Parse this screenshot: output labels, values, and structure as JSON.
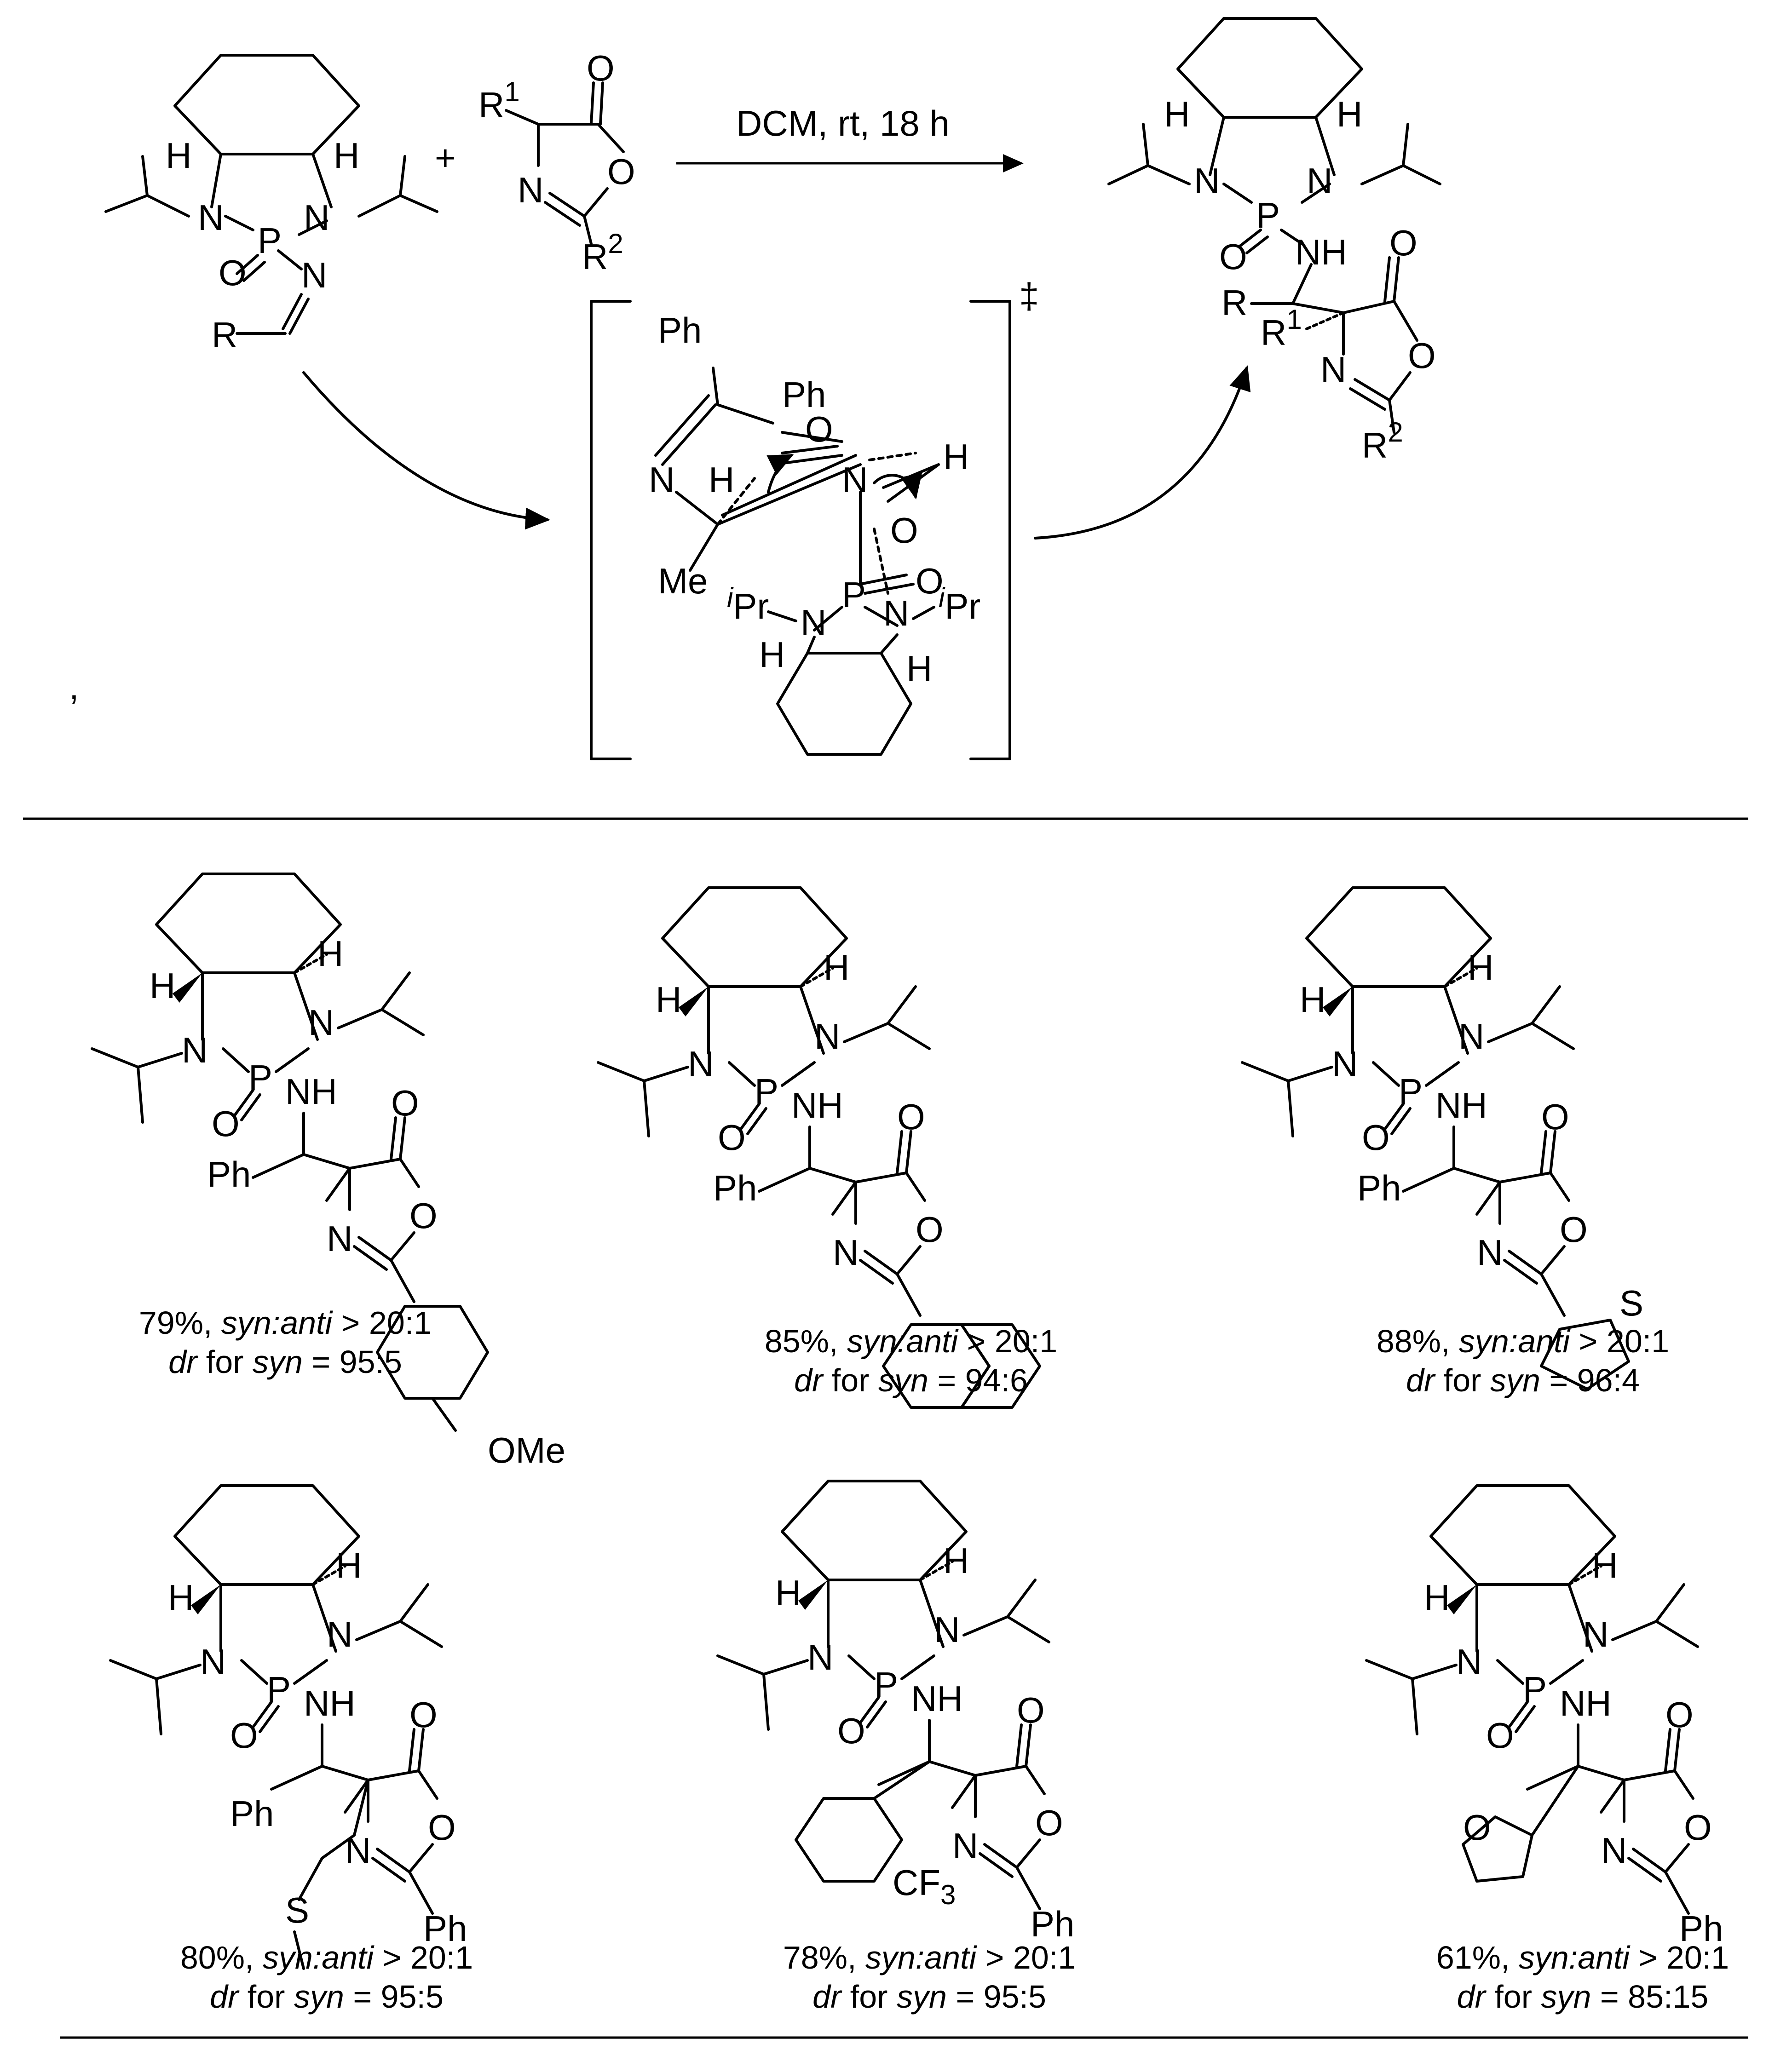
{
  "reaction": {
    "reagent_plus": "+",
    "conditions": "DCM, rt, 18 h",
    "stray_mark": ",",
    "ts_dagger": "‡",
    "ts_labels": {
      "ph1": "Ph",
      "ph2": "Ph",
      "o_top": "O",
      "n_left": "N",
      "h_left": "H",
      "n_mid": "N",
      "h_right": "H",
      "o_right": "O",
      "o_lower": "O",
      "p": "P",
      "me": "Me",
      "ipr_left": "Pr",
      "ipr_right": "Pr",
      "i": "i",
      "n_left2": "N",
      "n_right2": "N",
      "h_bottom_left": "H",
      "h_bottom_right": "H"
    },
    "start_labels": {
      "h_left": "H",
      "h_right": "H",
      "n1": "N",
      "n2": "N",
      "p": "P",
      "o": "O",
      "n_imine": "N",
      "r": "R"
    },
    "oxazolone_labels": {
      "r1": "R",
      "sup1": "1",
      "o_carbonyl": "O",
      "o_ring": "O",
      "n": "N",
      "r2": "R",
      "sup2": "2"
    },
    "product_labels": {
      "h_left": "H",
      "h_right": "H",
      "n1": "N",
      "n2": "N",
      "p": "P",
      "o": "O",
      "nh": "NH",
      "r": "R",
      "r1": "R",
      "sup1": "1",
      "o_carbonyl": "O",
      "o_ring": "O",
      "n": "N",
      "r2": "R",
      "sup2": "2"
    }
  },
  "examples": [
    {
      "yield": "79%, ",
      "syn_anti_label": "syn:anti",
      "ratio": " > 20:1",
      "dr_label": "dr",
      "for_text": " for ",
      "syn_label": "syn",
      "dr_value": " = 95:5",
      "substituent": "OMe"
    },
    {
      "yield": "85%, ",
      "syn_anti_label": "syn:anti",
      "ratio": " > 20:1",
      "dr_label": "dr",
      "for_text": " for ",
      "syn_label": "syn",
      "dr_value": " = 94:6"
    },
    {
      "yield": "88%, ",
      "syn_anti_label": "syn:anti",
      "ratio": " > 20:1",
      "dr_label": "dr",
      "for_text": " for ",
      "syn_label": "syn",
      "dr_value": " = 96:4",
      "heteroatom": "S"
    },
    {
      "yield": "80%, ",
      "syn_anti_label": "syn:anti",
      "ratio": " > 20:1",
      "dr_label": "dr",
      "for_text": " for ",
      "syn_label": "syn",
      "dr_value": " = 95:5",
      "heteroatom": "S",
      "aryl_right": "Ph"
    },
    {
      "yield": "78%, ",
      "syn_anti_label": "syn:anti",
      "ratio": " > 20:1",
      "dr_label": "dr",
      "for_text": " for ",
      "syn_label": "syn",
      "dr_value": " = 95:5",
      "substituent": "CF",
      "sub_index": "3",
      "aryl_right": "Ph"
    },
    {
      "yield": "61%, ",
      "syn_anti_label": "syn:anti",
      "ratio": " > 20:1",
      "dr_label": "dr",
      "for_text": " for ",
      "syn_label": "syn",
      "dr_value": " = 85:15",
      "heteroatom": "O",
      "aryl_right": "Ph"
    }
  ],
  "common_labels": {
    "h": "H",
    "n": "N",
    "p": "P",
    "o": "O",
    "nh": "NH",
    "ph": "Ph"
  }
}
